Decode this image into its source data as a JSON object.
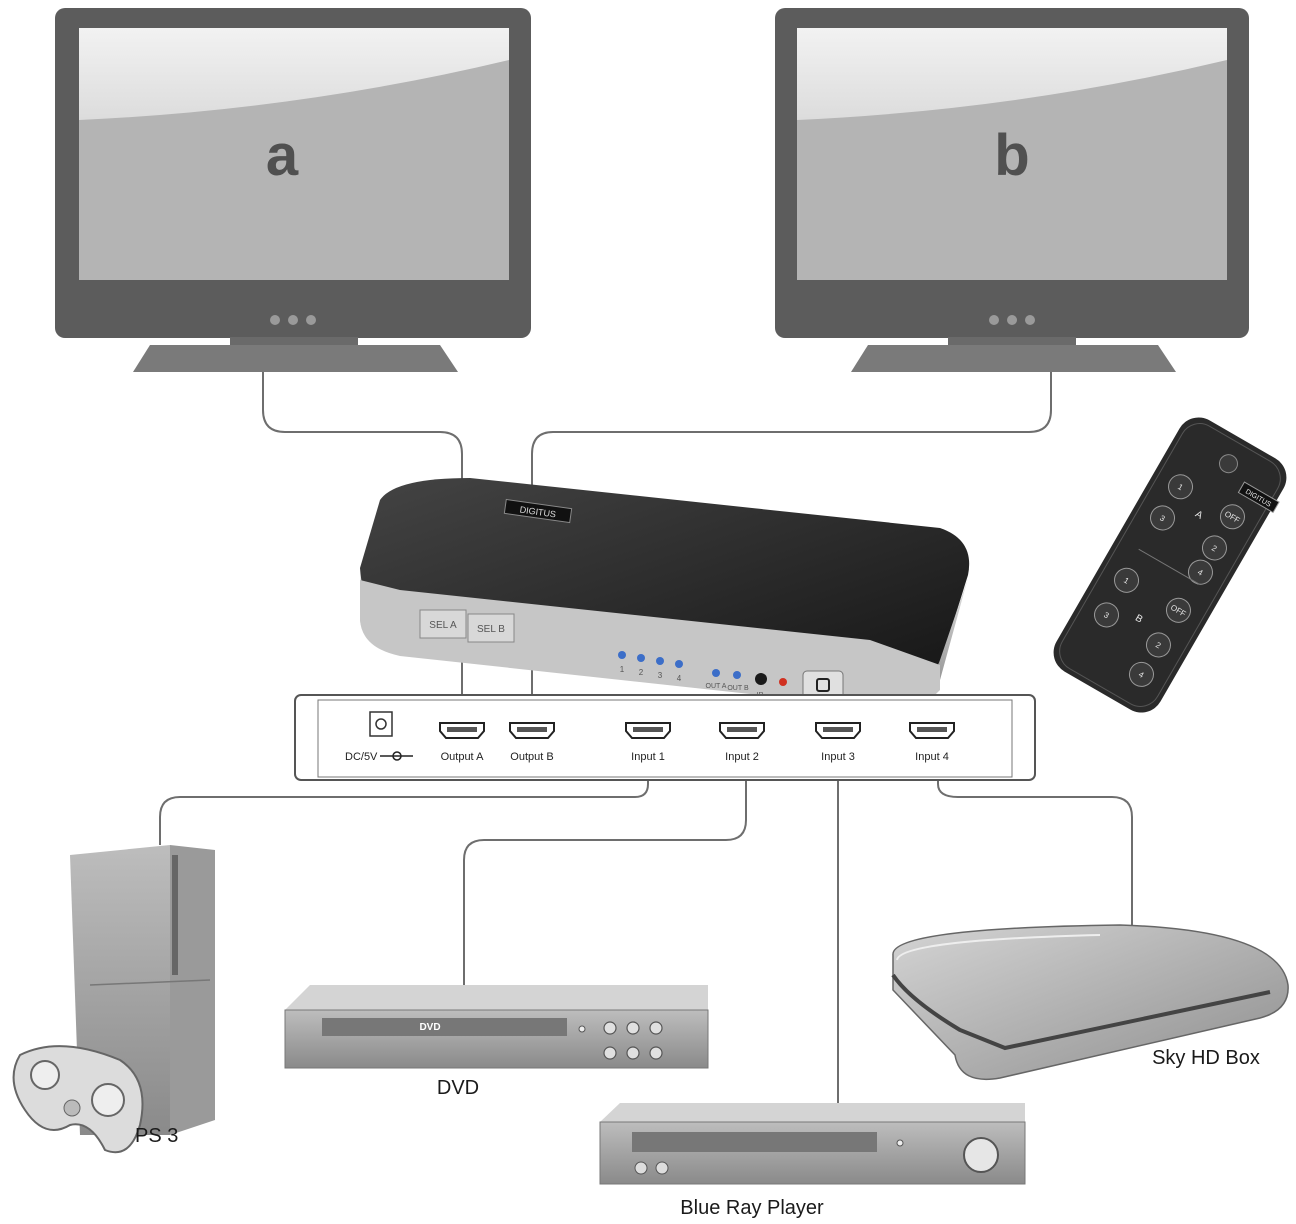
{
  "monitors": {
    "a": {
      "label": "a"
    },
    "b": {
      "label": "b"
    }
  },
  "switch": {
    "brand": "DIGITUS",
    "sel_a": "SEL A",
    "sel_b": "SEL B",
    "led_labels": [
      "1",
      "2",
      "3",
      "4"
    ],
    "out_a": "OUT A",
    "out_b": "OUT B",
    "ir": "IR"
  },
  "remote": {
    "brand": "DIGITUS",
    "group_a": "A",
    "group_b": "B",
    "off": "OFF",
    "buttons": [
      "1",
      "2",
      "3",
      "4"
    ]
  },
  "panel": {
    "ports": {
      "dc": "DC/5V",
      "output_a": "Output A",
      "output_b": "Output B",
      "input_1": "Input 1",
      "input_2": "Input 2",
      "input_3": "Input 3",
      "input_4": "Input 4"
    }
  },
  "devices": {
    "ps3": "PS 3",
    "dvd": "DVD",
    "dvd_logo": "DVD",
    "bluray": "Blue Ray Player",
    "skyhd": "Sky HD Box"
  },
  "colors": {
    "device_gray": "#8c8c8c",
    "screen": "#c8c8c8",
    "cable": "#6e6e6e",
    "switch_top": "#2a2a2a",
    "led": "#3c6ec8",
    "ir_led": "#d03020"
  }
}
